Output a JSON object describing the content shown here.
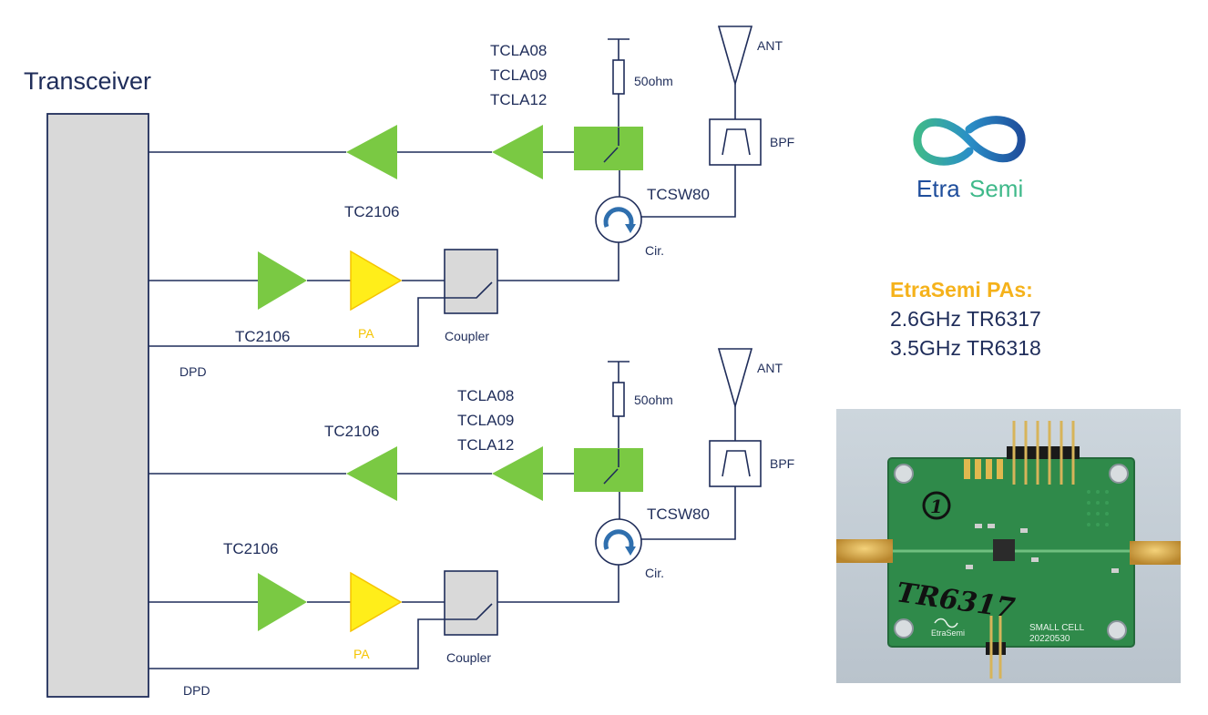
{
  "transceiver": {
    "label": "Transceiver"
  },
  "chains": [
    {
      "lna_parts": [
        "TCLA08",
        "TCLA09",
        "TCLA12"
      ],
      "rx_amp_label": "TC2106",
      "tx_driver_label": "TC2106",
      "pa_label": "PA",
      "coupler_label": "Coupler",
      "dpd_label": "DPD",
      "switch_label": "TCSW80",
      "termination_label": "50ohm",
      "circulator_label": "Cir.",
      "filter_label": "BPF",
      "antenna_label": "ANT"
    },
    {
      "lna_parts": [
        "TCLA08",
        "TCLA09",
        "TCLA12"
      ],
      "rx_amp_label": "TC2106",
      "tx_driver_label": "TC2106",
      "pa_label": "PA",
      "coupler_label": "Coupler",
      "dpd_label": "DPD",
      "switch_label": "TCSW80",
      "termination_label": "50ohm",
      "circulator_label": "Cir.",
      "filter_label": "BPF",
      "antenna_label": "ANT"
    }
  ],
  "brand": {
    "logo_text_left": "Etra",
    "logo_text_right": "Semi",
    "pa_heading": "EtraSemi PAs:",
    "pa_list": [
      "2.6GHz TR6317",
      "3.5GHz TR6318"
    ]
  },
  "board_photo": {
    "handwritten_number": "1",
    "handwritten_part": "TR6317",
    "silk_title": "SMALL CELL",
    "silk_date": "20220530",
    "silk_logo": "EtraSemi"
  },
  "colors": {
    "ink": "#1f2d5a",
    "amp_green": "#7ac943",
    "pa_yellow": "#ffee1a",
    "pa_label": "#f5c400",
    "heading_orange": "#f5b21b",
    "logo_blue": "#1f4e9c",
    "logo_green": "#3fb98a",
    "pcb_green": "#2f8a4a"
  }
}
